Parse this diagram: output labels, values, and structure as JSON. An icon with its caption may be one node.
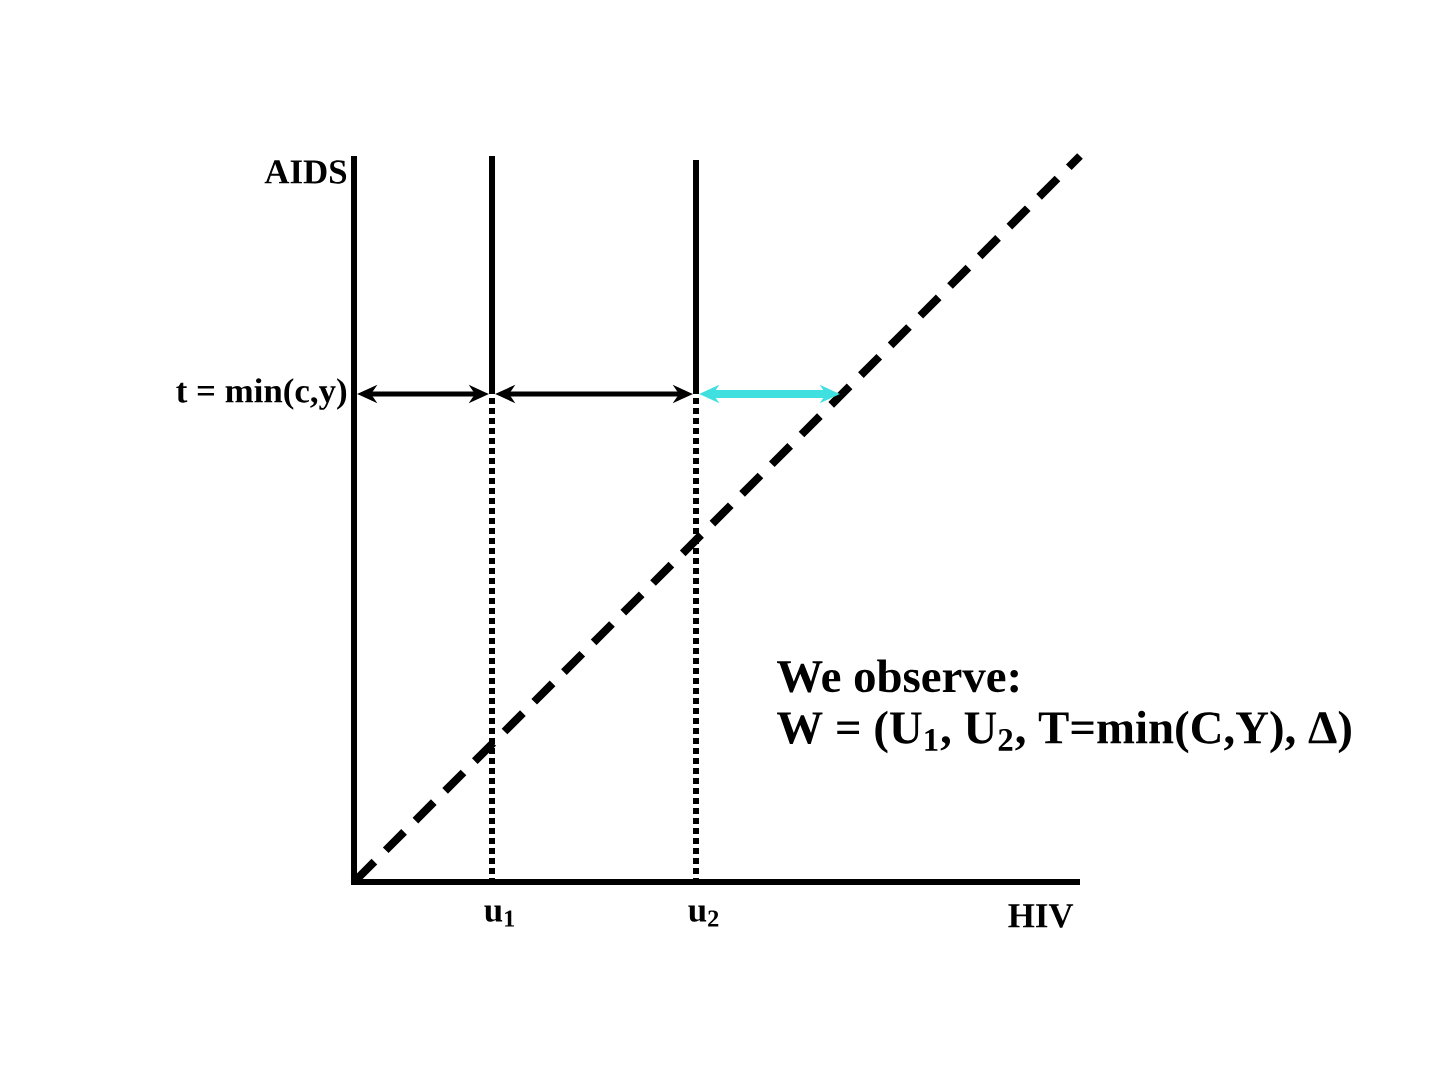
{
  "diagram": {
    "labels": [
      "AIDS",
      "t = min(c,y)",
      "u$_{1}$",
      "u$_{2}$",
      "HIV",
      "We observe:",
      "W = (U$_{1}$, U$_{2}$, T=min(C,Y), Δ)"
    ]
  }
}
